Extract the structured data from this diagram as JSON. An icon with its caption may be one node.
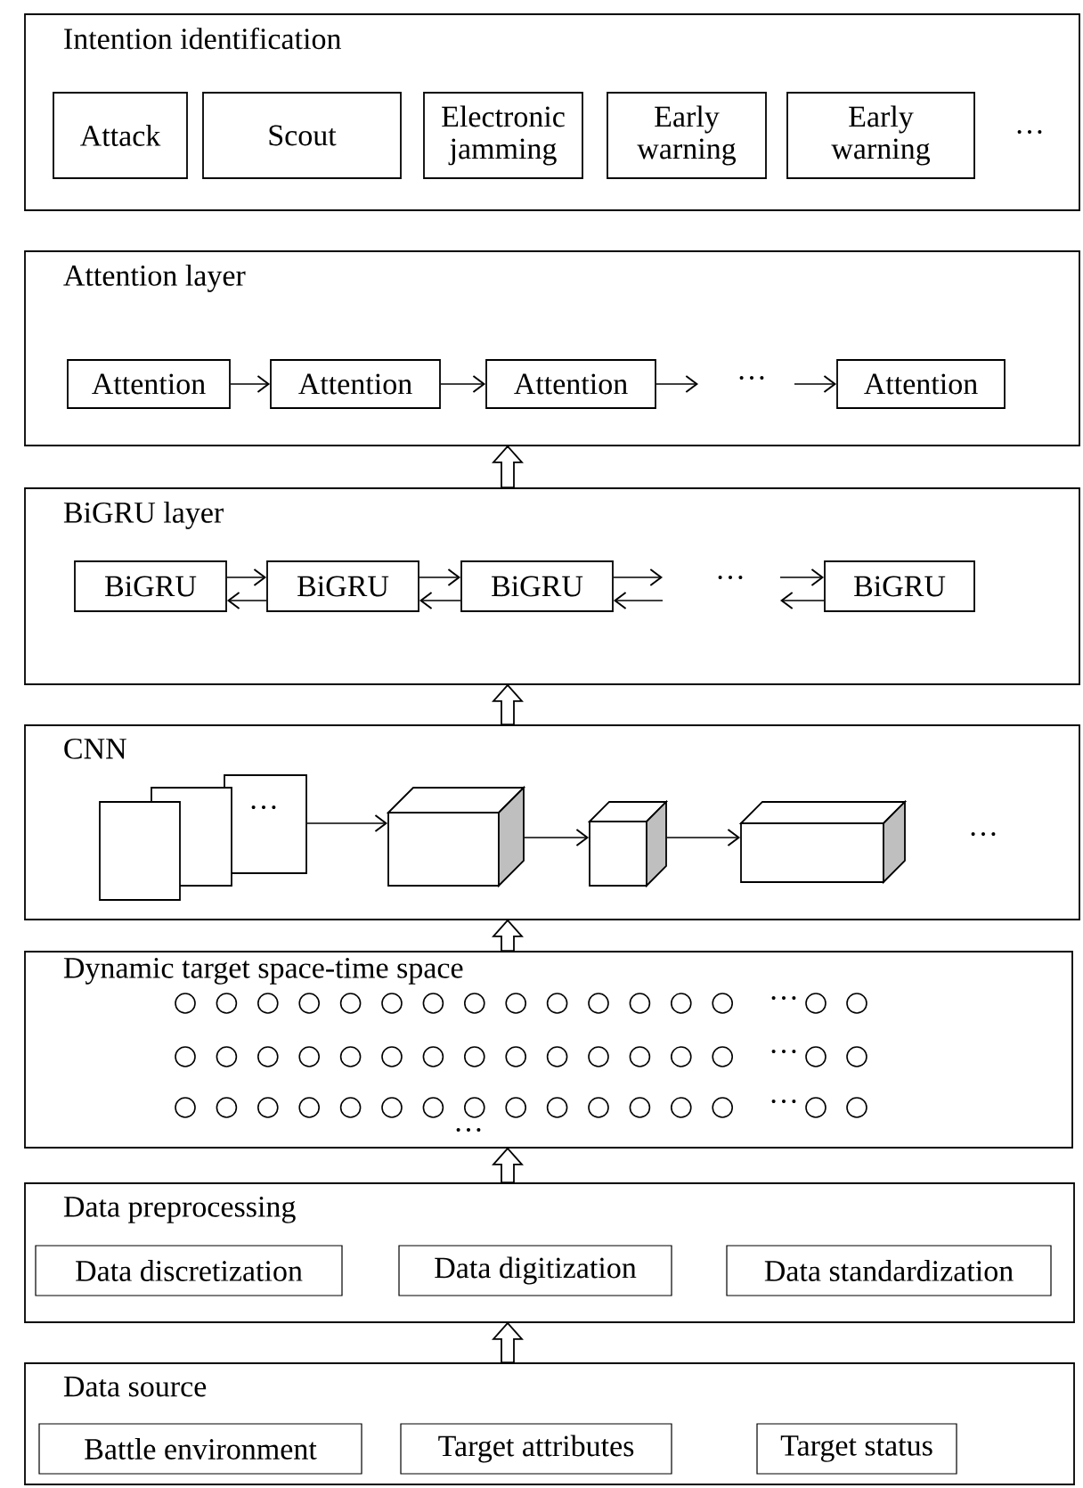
{
  "diagram": {
    "nodes": [
      {
        "text": [
          "Intention identification"
        ]
      },
      {
        "text": [
          "Attack"
        ],
        "in": 0
      },
      {
        "text": [
          "Scout"
        ],
        "in": 0
      },
      {
        "text": [
          "Electronic jamming"
        ],
        "in": 0
      },
      {
        "text": [
          "Early warning"
        ],
        "in": 0
      },
      {
        "text": [
          "Early warning"
        ],
        "in": 0
      },
      {
        "text": [
          "Attention layer"
        ]
      },
      {
        "text": [
          "Attention"
        ],
        "in": 6
      },
      {
        "text": [
          "Attention"
        ],
        "in": 6
      },
      {
        "text": [
          "Attention"
        ],
        "in": 6
      },
      {
        "text": [
          "Attention"
        ],
        "in": 6
      },
      {
        "text": [
          "BiGRU layer"
        ]
      },
      {
        "text": [
          "BiGRU"
        ],
        "in": 11
      },
      {
        "text": [
          "BiGRU"
        ],
        "in": 11
      },
      {
        "text": [
          "BiGRU"
        ],
        "in": 11
      },
      {
        "text": [
          "BiGRU"
        ],
        "in": 11
      },
      {
        "text": [
          "CNN"
        ]
      },
      {
        "text": [],
        "shape": "stack",
        "in": 16
      },
      {
        "text": [],
        "shape": "cube",
        "in": 16
      },
      {
        "text": [],
        "shape": "cube",
        "in": 16
      },
      {
        "text": [],
        "shape": "cube",
        "in": 16
      },
      {
        "text": [
          "Dynamic target space-time space"
        ]
      },
      {
        "text": [
          "Data preprocessing"
        ]
      },
      {
        "text": [
          "Data discretization"
        ],
        "in": 22
      },
      {
        "text": [
          "Data digitization"
        ],
        "in": 22
      },
      {
        "text": [
          "Data standardization"
        ],
        "in": 22
      },
      {
        "text": [
          "Data source"
        ]
      },
      {
        "text": [
          "Battle environment"
        ],
        "in": 26
      },
      {
        "text": [
          "Target attributes"
        ],
        "in": 26
      },
      {
        "text": [
          "Target status"
        ],
        "in": 26
      }
    ],
    "edges": [
      {
        "from": 26,
        "to": 22,
        "arrow": "to",
        "style": "thick"
      },
      {
        "from": 22,
        "to": 21,
        "arrow": "to",
        "style": "thick"
      },
      {
        "from": 21,
        "to": 16,
        "arrow": "to",
        "style": "thick"
      },
      {
        "from": 16,
        "to": 11,
        "arrow": "to",
        "style": "thick"
      },
      {
        "from": 11,
        "to": 6,
        "arrow": "to",
        "style": "thick"
      },
      {
        "from": 7,
        "to": 8,
        "arrow": "to"
      },
      {
        "from": 8,
        "to": 9,
        "arrow": "to"
      },
      {
        "from": 9,
        "to": null,
        "arrow": "to"
      },
      {
        "from": null,
        "to": 10,
        "arrow": "to"
      },
      {
        "from": 12,
        "to": 13,
        "arrow": "to"
      },
      {
        "from": 13,
        "to": 12,
        "arrow": "to"
      },
      {
        "from": 13,
        "to": 14,
        "arrow": "to"
      },
      {
        "from": 14,
        "to": 13,
        "arrow": "to"
      },
      {
        "from": 14,
        "to": null,
        "arrow": "to"
      },
      {
        "from": null,
        "to": 14,
        "arrow": "to"
      },
      {
        "from": null,
        "to": 15,
        "arrow": "to"
      },
      {
        "from": 15,
        "to": null,
        "arrow": "to"
      },
      {
        "from": 17,
        "to": 18,
        "arrow": "to"
      },
      {
        "from": 18,
        "to": 19,
        "arrow": "to"
      },
      {
        "from": 19,
        "to": 20,
        "arrow": "to"
      }
    ],
    "labels": [
      "…",
      "…",
      "…",
      "…",
      "…",
      "…",
      "…",
      "…",
      "…"
    ]
  }
}
